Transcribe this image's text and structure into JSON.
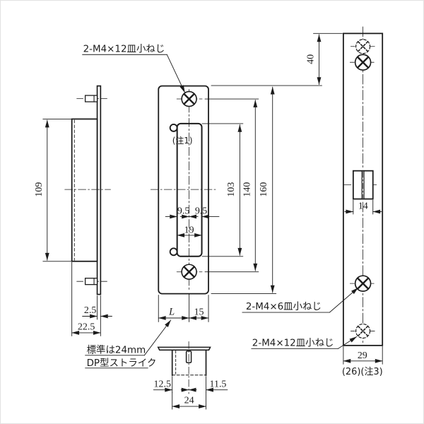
{
  "drawing": {
    "type": "technical-drawing",
    "subject": "lock strike / face plate 3-view drawing with DP strike detail",
    "background_color": "#ffffff",
    "line_color": "#1c1c1c",
    "labels": {
      "top_screw_callout": "2-M4×12皿小ねじ",
      "m4x6_callout": "2-M4×6皿小ねじ",
      "m4x12_callout": "2-M4×12皿小ねじ",
      "strike_note_line1": "標準は24mm",
      "strike_note_line2": "DP型ストライク",
      "note1": "(注1)",
      "note3": "(26)(注3)"
    },
    "dimensions": {
      "side_view": {
        "box_height": "109",
        "plate_thickness": "2.5",
        "total_depth": "22.5"
      },
      "front_view": {
        "half_width_left": "9.5",
        "half_width_right": "9.5",
        "cutout_width": "19",
        "cutout_height": "103",
        "screw_pitch": "140",
        "plate_height": "160",
        "backset": "L",
        "edge_offset": "15"
      },
      "edge_view": {
        "top_offset": "40",
        "latch_slot_width": "14",
        "plate_width": "29"
      },
      "dp_strike_detail": {
        "left_of_center": "12.5",
        "right_of_center": "11.5",
        "body_width": "24"
      }
    }
  }
}
